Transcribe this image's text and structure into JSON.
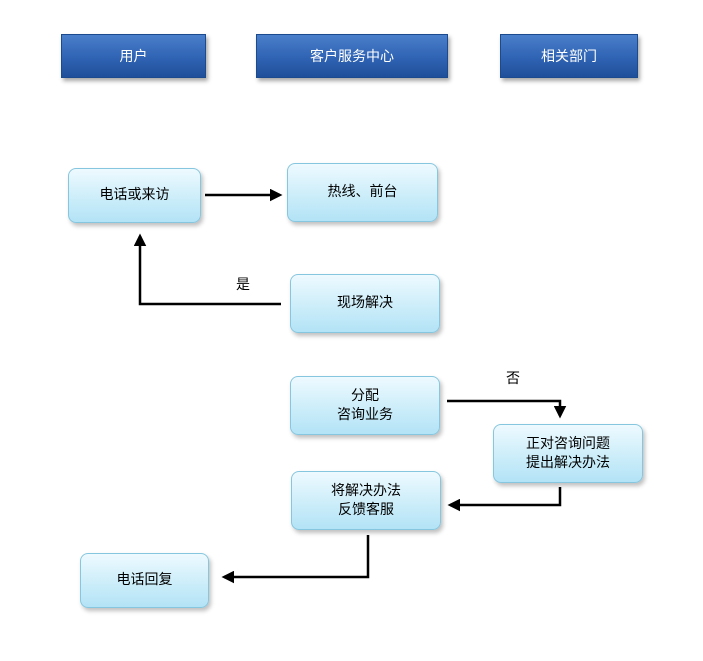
{
  "lanes": [
    "用户",
    "客户服务中心",
    "相关部门"
  ],
  "nodes": {
    "visit": "电话或来访",
    "hotline": "热线、前台",
    "onsite": "现场解决",
    "assign": [
      "分配",
      "咨询业务"
    ],
    "solve": [
      "正对咨询问题",
      "提出解决办法"
    ],
    "feedback": [
      "将解决办法",
      "反馈客服"
    ],
    "reply": "电话回复"
  },
  "labels": {
    "yes": "是",
    "no": "否"
  },
  "colors": {
    "header": "#2f63b3",
    "node_fill": "#c9ecf9",
    "node_border": "#86c6de",
    "connector": "#000000"
  }
}
